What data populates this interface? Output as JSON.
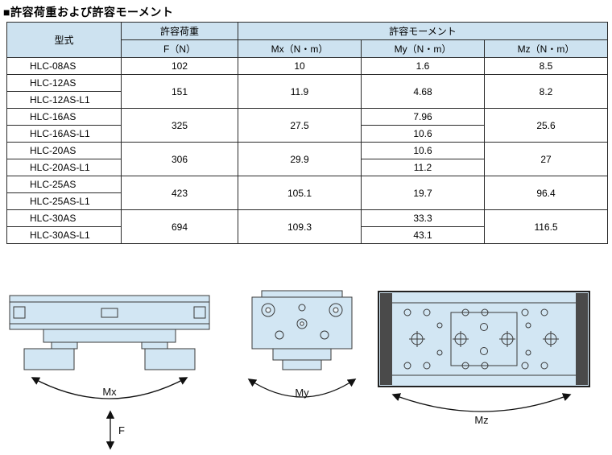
{
  "title": "■許容荷重および許容モーメント",
  "table": {
    "headers": {
      "model": "型式",
      "load": "許容荷重",
      "moment": "許容モーメント",
      "f": "F（N）",
      "mx": "Mx（N・m）",
      "my": "My（N・m）",
      "mz": "Mz（N・m）"
    },
    "groups": [
      {
        "models": [
          "HLC-08AS"
        ],
        "f": "102",
        "mx": "10",
        "my": [
          "1.6"
        ],
        "mz": "8.5"
      },
      {
        "models": [
          "HLC-12AS",
          "HLC-12AS-L1"
        ],
        "f": "151",
        "mx": "11.9",
        "my": [
          "4.68"
        ],
        "mz": "8.2"
      },
      {
        "models": [
          "HLC-16AS",
          "HLC-16AS-L1"
        ],
        "f": "325",
        "mx": "27.5",
        "my": [
          "7.96",
          "10.6"
        ],
        "mz": "25.6"
      },
      {
        "models": [
          "HLC-20AS",
          "HLC-20AS-L1"
        ],
        "f": "306",
        "mx": "29.9",
        "my": [
          "10.6",
          "11.2"
        ],
        "mz": "27"
      },
      {
        "models": [
          "HLC-25AS",
          "HLC-25AS-L1"
        ],
        "f": "423",
        "mx": "105.1",
        "my": [
          "19.7"
        ],
        "mz": "96.4"
      },
      {
        "models": [
          "HLC-30AS",
          "HLC-30AS-L1"
        ],
        "f": "694",
        "mx": "109.3",
        "my": [
          "33.3",
          "43.1"
        ],
        "mz": "116.5"
      }
    ]
  },
  "figures": {
    "mx_label": "Mx",
    "my_label": "My",
    "mz_label": "Mz",
    "f_label": "F"
  },
  "colors": {
    "header_bg": "#cde2f0",
    "figure_fill": "#d2e6f3",
    "border": "#2a2a2a"
  }
}
